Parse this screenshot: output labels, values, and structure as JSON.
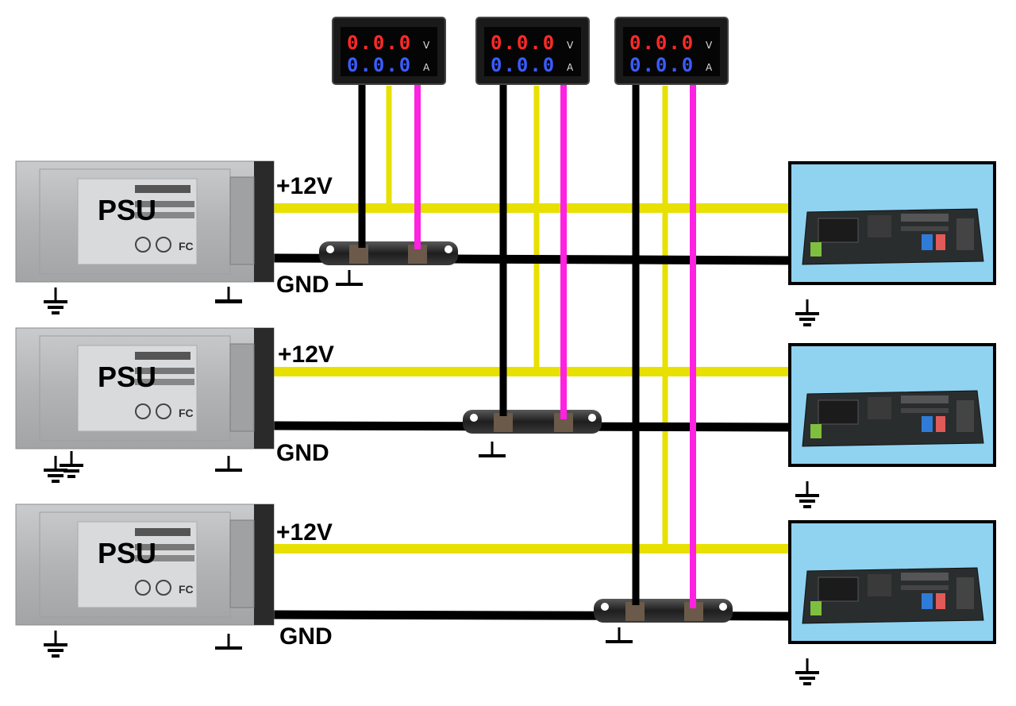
{
  "colors": {
    "v12_wire": "#e8e000",
    "sense_wire": "#ff22e0",
    "ground_wire": "#000000",
    "board_bg": "#8fd3f1",
    "meter_red": "#ff2a2a",
    "meter_blue": "#3a5cff"
  },
  "psus": [
    {
      "label": "PSU",
      "rail_label": "+12V",
      "ground_label": "GND"
    },
    {
      "label": "PSU",
      "rail_label": "+12V",
      "ground_label": "GND"
    },
    {
      "label": "PSU",
      "rail_label": "+12V",
      "ground_label": "GND"
    }
  ],
  "meters": [
    {
      "top_reading": "0.0.0",
      "top_unit": "V",
      "bottom_reading": "0.0.0",
      "bottom_unit": "A"
    },
    {
      "top_reading": "0.0.0",
      "top_unit": "V",
      "bottom_reading": "0.0.0",
      "bottom_unit": "A"
    },
    {
      "top_reading": "0.0.0",
      "top_unit": "V",
      "bottom_reading": "0.0.0",
      "bottom_unit": "A"
    }
  ],
  "motherboards": [
    {
      "icon": "motherboard-icon"
    },
    {
      "icon": "motherboard-icon"
    },
    {
      "icon": "motherboard-icon"
    }
  ]
}
